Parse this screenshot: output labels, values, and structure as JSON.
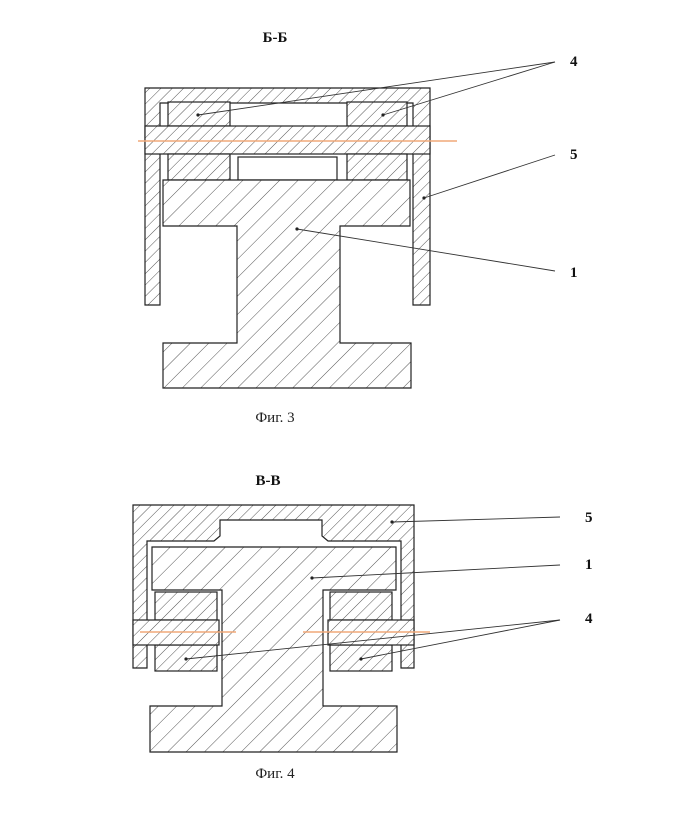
{
  "figures": [
    {
      "section_title": "Б-Б",
      "caption": "Фиг. 3",
      "labels": [
        "4",
        "5",
        "1"
      ]
    },
    {
      "section_title": "В-В",
      "caption": "Фиг. 4",
      "labels": [
        "5",
        "1",
        "4"
      ]
    }
  ],
  "colors": {
    "line": "#222222",
    "hatch": "#555555",
    "axis": "#f0a878"
  }
}
